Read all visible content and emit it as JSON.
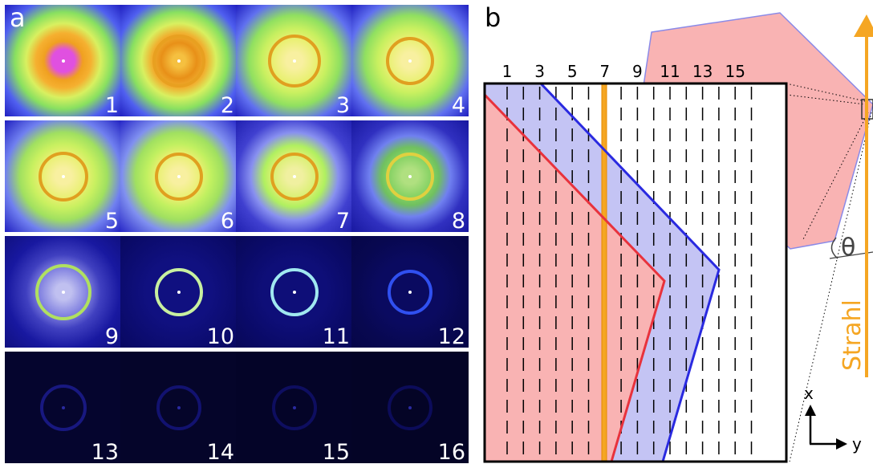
{
  "panel_a": {
    "label": "a",
    "tiles": [
      {
        "number": "1"
      },
      {
        "number": "2"
      },
      {
        "number": "3"
      },
      {
        "number": "4"
      },
      {
        "number": "5"
      },
      {
        "number": "6"
      },
      {
        "number": "7"
      },
      {
        "number": "8"
      },
      {
        "number": "9"
      },
      {
        "number": "10"
      },
      {
        "number": "11"
      },
      {
        "number": "12"
      },
      {
        "number": "13"
      },
      {
        "number": "14"
      },
      {
        "number": "15"
      },
      {
        "number": "16"
      }
    ]
  },
  "panel_b": {
    "label": "b",
    "column_labels": [
      "1",
      "3",
      "5",
      "7",
      "9",
      "11",
      "13",
      "15"
    ],
    "beam_label": "Strahl",
    "angle_label": "θ",
    "axis_x_label": "x",
    "axis_y_label": "y",
    "colors": {
      "red_region": "#f9b3b3",
      "red_line": "#e8323c",
      "blue_region": "#c4c4f4",
      "blue_line": "#2a2ae0",
      "beam": "#f5a623"
    }
  }
}
